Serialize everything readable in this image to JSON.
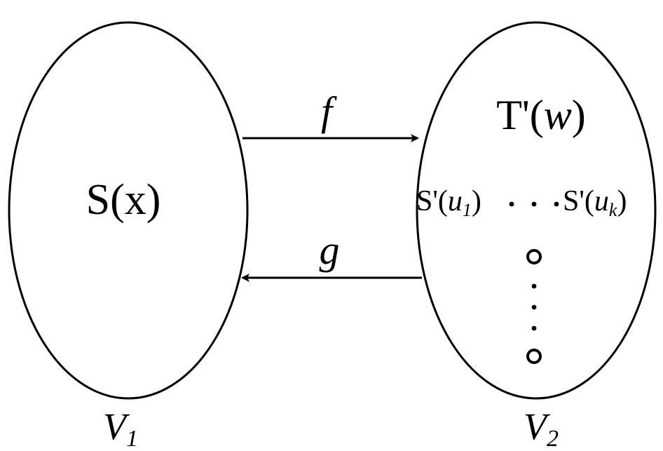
{
  "left_set": {
    "label": "S(x)",
    "caption_main": "V",
    "caption_sub": "1"
  },
  "right_set": {
    "top_label_prefix": "T'(",
    "top_label_var": "w",
    "top_label_suffix": ")",
    "row_left_prefix": "S'(",
    "row_left_var": "u",
    "row_left_sub": "1",
    "row_left_suffix": ")",
    "row_right_prefix": "S'(",
    "row_right_var": "u",
    "row_right_sub": "k",
    "row_right_suffix": ")",
    "caption_main": "V",
    "caption_sub": "2"
  },
  "arrows": {
    "forward_label": "f",
    "backward_label": "g"
  },
  "colors": {
    "stroke": "#000000",
    "background": "#ffffff"
  }
}
